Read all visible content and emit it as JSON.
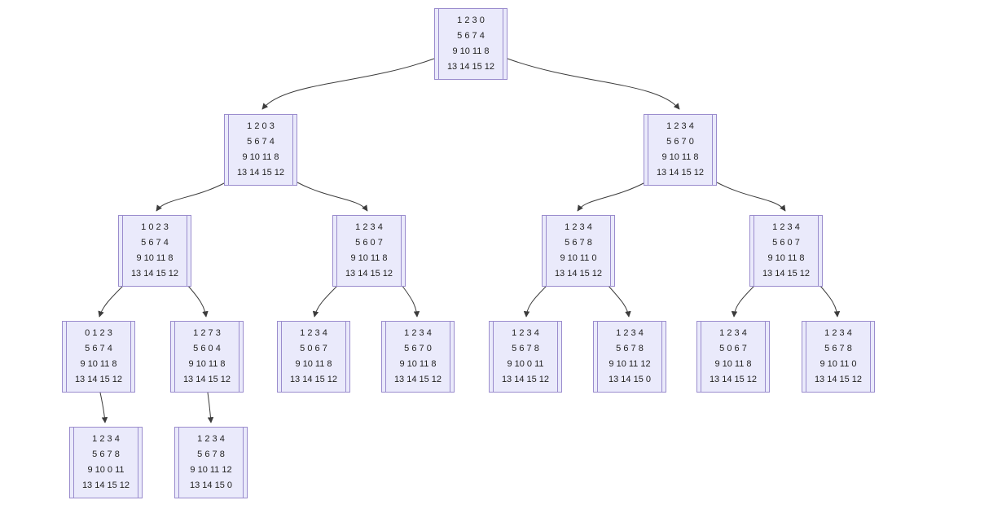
{
  "diagram": {
    "kind": "fifteen-puzzle-state-tree",
    "colors": {
      "node_fill": "#eaeafb",
      "node_border": "#9a8ccd",
      "edge": "#3c3c3c",
      "text": "#1f1f1f",
      "background": "#ffffff"
    }
  },
  "nodes": [
    {
      "id": "n0",
      "rows": [
        "1 2 3 0",
        "5 6 7 4",
        "9 10 11 8",
        "13 14 15 12"
      ]
    },
    {
      "id": "n1",
      "rows": [
        "1 2 0 3",
        "5 6 7 4",
        "9 10 11 8",
        "13 14 15 12"
      ]
    },
    {
      "id": "n2",
      "rows": [
        "1 2 3 4",
        "5 6 7 0",
        "9 10 11 8",
        "13 14 15 12"
      ]
    },
    {
      "id": "n3",
      "rows": [
        "1 0 2 3",
        "5 6 7 4",
        "9 10 11 8",
        "13 14 15 12"
      ]
    },
    {
      "id": "n4",
      "rows": [
        "1 2 3 4",
        "5 6 0 7",
        "9 10 11 8",
        "13 14 15 12"
      ]
    },
    {
      "id": "n5",
      "rows": [
        "1 2 3 4",
        "5 6 7 8",
        "9 10 11 0",
        "13 14 15 12"
      ]
    },
    {
      "id": "n6",
      "rows": [
        "1 2 3 4",
        "5 6 0 7",
        "9 10 11 8",
        "13 14 15 12"
      ]
    },
    {
      "id": "n7",
      "rows": [
        "0 1 2 3",
        "5 6 7 4",
        "9 10 11 8",
        "13 14 15 12"
      ]
    },
    {
      "id": "n8",
      "rows": [
        "1 2 7 3",
        "5 6 0 4",
        "9 10 11 8",
        "13 14 15 12"
      ]
    },
    {
      "id": "n9",
      "rows": [
        "1 2 3 4",
        "5 0 6 7",
        "9 10 11 8",
        "13 14 15 12"
      ]
    },
    {
      "id": "n10",
      "rows": [
        "1 2 3 4",
        "5 6 7 0",
        "9 10 11 8",
        "13 14 15 12"
      ]
    },
    {
      "id": "n11",
      "rows": [
        "1 2 3 4",
        "5 6 7 8",
        "9 10 0 11",
        "13 14 15 12"
      ]
    },
    {
      "id": "n12",
      "rows": [
        "1 2 3 4",
        "5 6 7 8",
        "9 10 11 12",
        "13 14 15 0"
      ]
    },
    {
      "id": "n13",
      "rows": [
        "1 2 3 4",
        "5 0 6 7",
        "9 10 11 8",
        "13 14 15 12"
      ]
    },
    {
      "id": "n14",
      "rows": [
        "1 2 3 4",
        "5 6 7 8",
        "9 10 11 0",
        "13 14 15 12"
      ]
    },
    {
      "id": "n15",
      "rows": [
        "1 2 3 4",
        "5 6 7 8",
        "9 10 0 11",
        "13 14 15 12"
      ]
    },
    {
      "id": "n16",
      "rows": [
        "1 2 3 4",
        "5 6 7 8",
        "9 10 11 12",
        "13 14 15 0"
      ]
    }
  ],
  "edges": [
    {
      "from": "n0",
      "to": "n1"
    },
    {
      "from": "n0",
      "to": "n2"
    },
    {
      "from": "n1",
      "to": "n3"
    },
    {
      "from": "n1",
      "to": "n4"
    },
    {
      "from": "n2",
      "to": "n5"
    },
    {
      "from": "n2",
      "to": "n6"
    },
    {
      "from": "n3",
      "to": "n7"
    },
    {
      "from": "n3",
      "to": "n8"
    },
    {
      "from": "n4",
      "to": "n9"
    },
    {
      "from": "n4",
      "to": "n10"
    },
    {
      "from": "n5",
      "to": "n11"
    },
    {
      "from": "n5",
      "to": "n12"
    },
    {
      "from": "n6",
      "to": "n13"
    },
    {
      "from": "n6",
      "to": "n14"
    },
    {
      "from": "n7",
      "to": "n15"
    },
    {
      "from": "n8",
      "to": "n16"
    }
  ]
}
